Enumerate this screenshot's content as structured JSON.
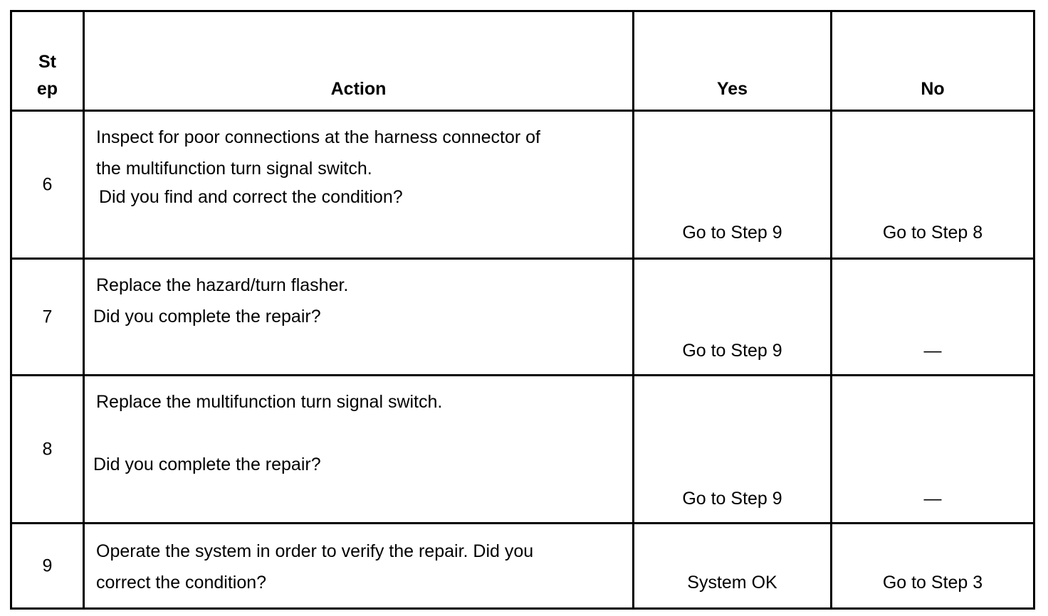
{
  "headers": {
    "step": [
      "St",
      "ep"
    ],
    "action": "Action",
    "yes": "Yes",
    "no": "No"
  },
  "rows": [
    {
      "step": "6",
      "action": [
        "Inspect for poor connections at the harness connector of",
        "the multifunction turn signal switch.",
        "Did you find and correct the condition?"
      ],
      "yes": "Go to Step 9",
      "no": "Go to Step 8"
    },
    {
      "step": "7",
      "action": [
        "Replace the hazard/turn flasher.",
        "Did you complete the repair?"
      ],
      "yes": "Go to Step 9",
      "no": "—"
    },
    {
      "step": "8",
      "action": [
        "Replace the multifunction turn signal switch.",
        "Did you complete the repair?"
      ],
      "yes": "Go to Step 9",
      "no": "—"
    },
    {
      "step": "9",
      "action": [
        "Operate the system in order to verify the repair. Did you",
        "correct the condition?"
      ],
      "yes": "System OK",
      "no": "Go to Step 3"
    }
  ]
}
